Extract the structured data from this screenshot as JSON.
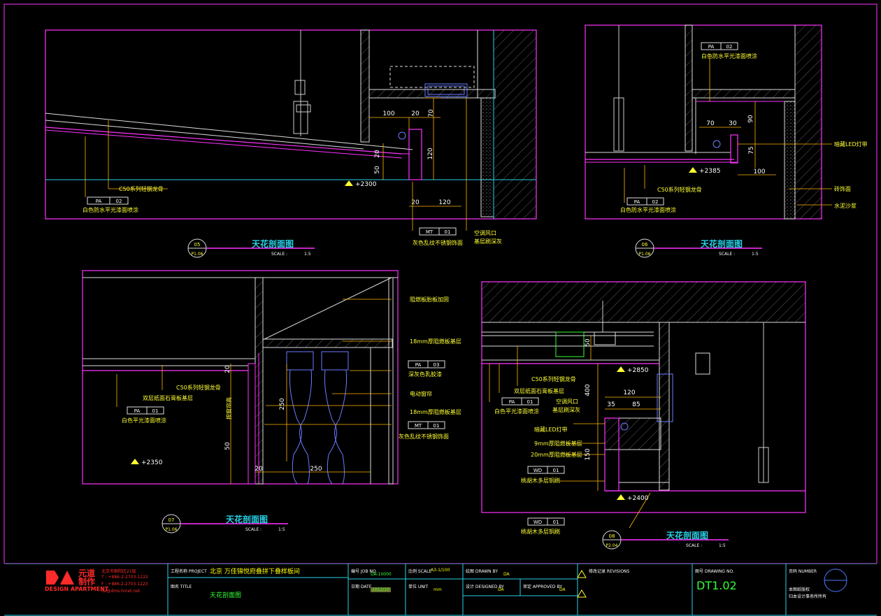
{
  "panels": [
    {
      "id": "05",
      "sheet": "P1.06",
      "title": "天花剖面图",
      "scale_label": "SCALE :",
      "scale_value": "1:5",
      "labels": {
        "pa_top": "PA",
        "pa_top_no": "02",
        "c50": "C50系列轻钢龙骨",
        "paint": "白色防水平光漆面喷涂",
        "mt": "MT",
        "mt_no": "01",
        "mt_desc": "灰色乱纹不锈钢饰面",
        "vent": "空调风口",
        "vent_desc": "基层刷深灰",
        "level": "+2300"
      },
      "dims": [
        "100",
        "20",
        "70",
        "120",
        "20",
        "50",
        "20",
        "120"
      ]
    },
    {
      "id": "06",
      "sheet": "P1.06",
      "title": "天花剖面图",
      "scale_label": "SCALE :",
      "scale_value": "1:5",
      "labels": {
        "pa_top": "PA",
        "pa_top_no": "02",
        "paint_top": "白色防水平光漆面喷涂",
        "c50": "C50系列轻钢龙骨",
        "pa_bot": "PA",
        "pa_bot_no": "02",
        "paint_bot": "白色防水平光漆面喷涂",
        "led": "暗藏LED灯带",
        "tile": "砖饰面",
        "mortar": "水泥沙浆",
        "level": "+2385"
      },
      "dims": [
        "70",
        "30",
        "90",
        "75",
        "100"
      ]
    },
    {
      "id": "07",
      "sheet": "P1.06",
      "title": "天花剖面图",
      "scale_label": "SCALE :",
      "scale_value": "1:5",
      "labels": {
        "fire": "阻燃板胎板加固",
        "board18a": "18mm厚阻燃板基层",
        "pa": "PA",
        "pa_no": "03",
        "latex": "深灰色乳胶漆",
        "curtain": "电动窗帘",
        "board18b": "18mm厚阻燃板基层",
        "mt": "MT",
        "mt_no": "01",
        "mt_desc": "灰色乱纹不锈钢饰面",
        "c50": "C50系列轻钢龙骨",
        "gypsum": "双层纸面石膏板基层",
        "pa_b": "PA",
        "pa_b_no": "01",
        "paint": "白色平光漆面喷涂",
        "height_note": "按窗帘高",
        "level": "+2350"
      },
      "dims": [
        "20",
        "250",
        "50",
        "20",
        "250"
      ]
    },
    {
      "id": "08",
      "sheet": "P2.04",
      "title": "天花剖面图",
      "scale_label": "SCALE :",
      "scale_value": "1:5",
      "labels": {
        "c50": "C50系列轻钢龙骨",
        "gypsum": "双层纸面石膏板基层",
        "pa": "PA",
        "pa_no": "01",
        "paint": "白色平光漆面喷涂",
        "vent": "空调风口",
        "vent_desc": "基层刷深灰",
        "led": "暗藏LED灯带",
        "board9": "9mm厚阻燃板基层",
        "board20": "20mm厚阻燃板基层",
        "wd1": "WD",
        "wd1_no": "01",
        "veneer1": "桃胡木多层铜刷",
        "wd2": "WD",
        "wd2_no": "01",
        "veneer2": "桃胡木多层铜刷",
        "level_top": "+2850",
        "level_bot": "+2400"
      },
      "dims": [
        "120",
        "35",
        "85",
        "50",
        "400",
        "150"
      ]
    }
  ],
  "titleblock": {
    "logo_text": "DA",
    "logo_cn": "元道制作",
    "company": "DESIGN APARTMENT",
    "address": "北京市朝阳区21层",
    "phone": "T : +886-2-2703-1222",
    "fax": "F : +886-2-2703-1223",
    "email": "da@dms.hinet.net",
    "project_label": "工程名称 PROJECT",
    "project": "北京 万佳锦悦府叠拼下叠样板间",
    "title_label": "图名 TITLE",
    "title": "天花剖面图",
    "job_label": "编号 JOB NO.",
    "job": "DA-10000",
    "date_label": "日期 DATE",
    "date": "2012/10",
    "scale_label": "比例 SCALE",
    "scale": "A3-1/100",
    "unit_label": "单位 UNIT",
    "unit": "mm",
    "drawn_label": "绘图 DRAWN BY",
    "drawn": "DA",
    "designed_label": "设计 DESIGNED BY",
    "designed": "DA",
    "approved_label": "审定 APPROVED BY",
    "approved": "DA",
    "revision_label": "修改记录 REVISIONS",
    "drawing_no_label": "图号 DRAWING NO.",
    "drawing_no": "DT1.02",
    "number_label": "页码 NUMBER",
    "note1": "本图纸版权",
    "note2": "归本设计事务所所有"
  },
  "colors": {
    "frame": "#ff33ff",
    "cyan": "#27d2e8",
    "yellow": "#ffff33",
    "orange": "#ffb400",
    "white": "#ffffff",
    "grey": "#9a9a9a",
    "green": "#33ff33",
    "blue": "#4d7bff"
  }
}
